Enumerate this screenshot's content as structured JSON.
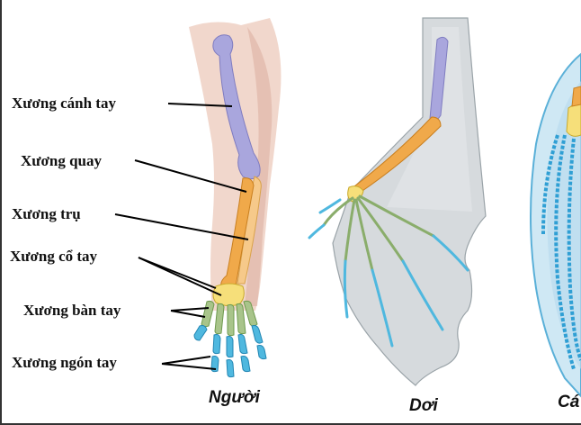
{
  "labels": {
    "humerus": "Xương cánh tay",
    "radius": "Xương quay",
    "ulna": "Xương trụ",
    "carpals": "Xương cổ tay",
    "metacarpals": "Xương bàn tay",
    "phalanges": "Xương ngón tay"
  },
  "captions": {
    "human": "Người",
    "bat": "Dơi",
    "whale": "Cá"
  },
  "colors": {
    "humerus": "#a9a6dd",
    "radius_ulna": "#f0a94a",
    "carpals": "#f6df7a",
    "metacarpals": "#a8c48a",
    "phalanges": "#4fb8df",
    "skin": "#ecc9bb",
    "bat_membrane": "#d6dadd",
    "whale_fin": "#cfe8f4"
  }
}
